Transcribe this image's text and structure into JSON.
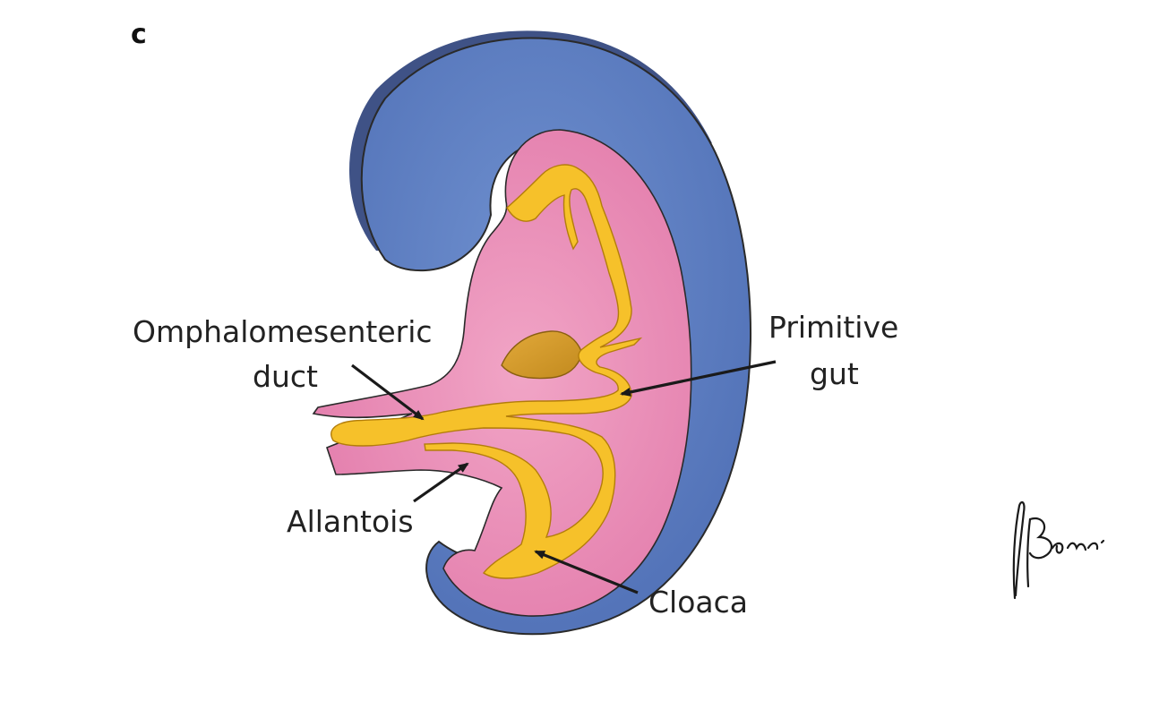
{
  "panel_letter": "c",
  "labels": {
    "omphalomesenteric_line1": "Omphalomesenteric",
    "omphalomesenteric_line2": "duct",
    "primitive_gut_line1": "Primitive",
    "primitive_gut_line2": "gut",
    "allantois": "Allantois",
    "cloaca": "Cloaca"
  },
  "signature": "P. Boroni",
  "colors": {
    "ectoderm_blue": "#5b7fc2",
    "ectoderm_dark": "#3c4f80",
    "mesoderm_pink": "#e889b4",
    "gut_yellow": "#f6c12a",
    "gut_outline": "#b37d0a",
    "outline": "#2a2a2a"
  }
}
